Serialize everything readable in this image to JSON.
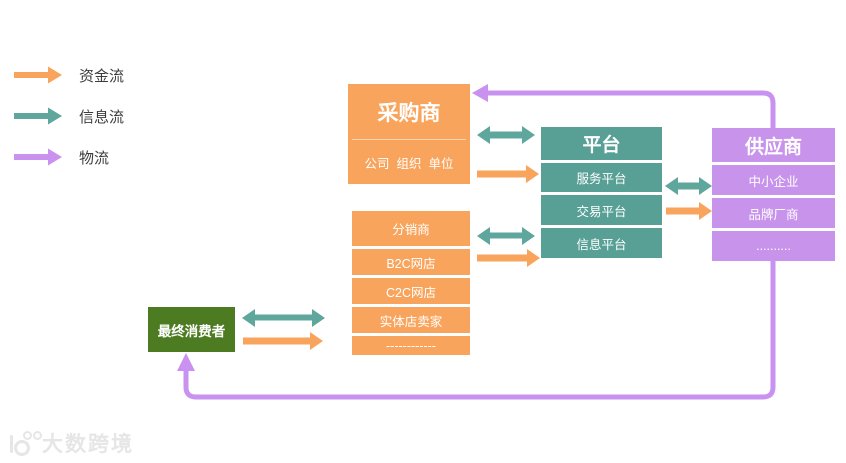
{
  "legend": {
    "items": [
      {
        "label": "资金流"
      },
      {
        "label": "信息流"
      },
      {
        "label": "物流"
      }
    ]
  },
  "diagram": {
    "purchaser": {
      "title": "采购商",
      "subtitle": "公司  组织  单位"
    },
    "platform": {
      "title": "平台",
      "rows": [
        "服务平台",
        "交易平台",
        "信息平台"
      ]
    },
    "supplier": {
      "title": "供应商",
      "rows": [
        "中小企业",
        "品牌厂商",
        ".........."
      ]
    },
    "sellers": {
      "rows": [
        "分销商",
        "B2C网店",
        "C2C网店",
        "实体店卖家",
        "------------"
      ]
    },
    "consumer": {
      "title": "最终消费者"
    }
  },
  "colors": {
    "capital_flow_orange": "#f9a45c",
    "info_flow_teal": "#5fa79c",
    "logistics_purple": "#c992f0",
    "box_orange": "#f9a45c",
    "box_teal": "#58a096",
    "box_purple": "#c793eb",
    "box_green": "#4d7b21"
  },
  "watermark": {
    "text": "大数跨境"
  }
}
